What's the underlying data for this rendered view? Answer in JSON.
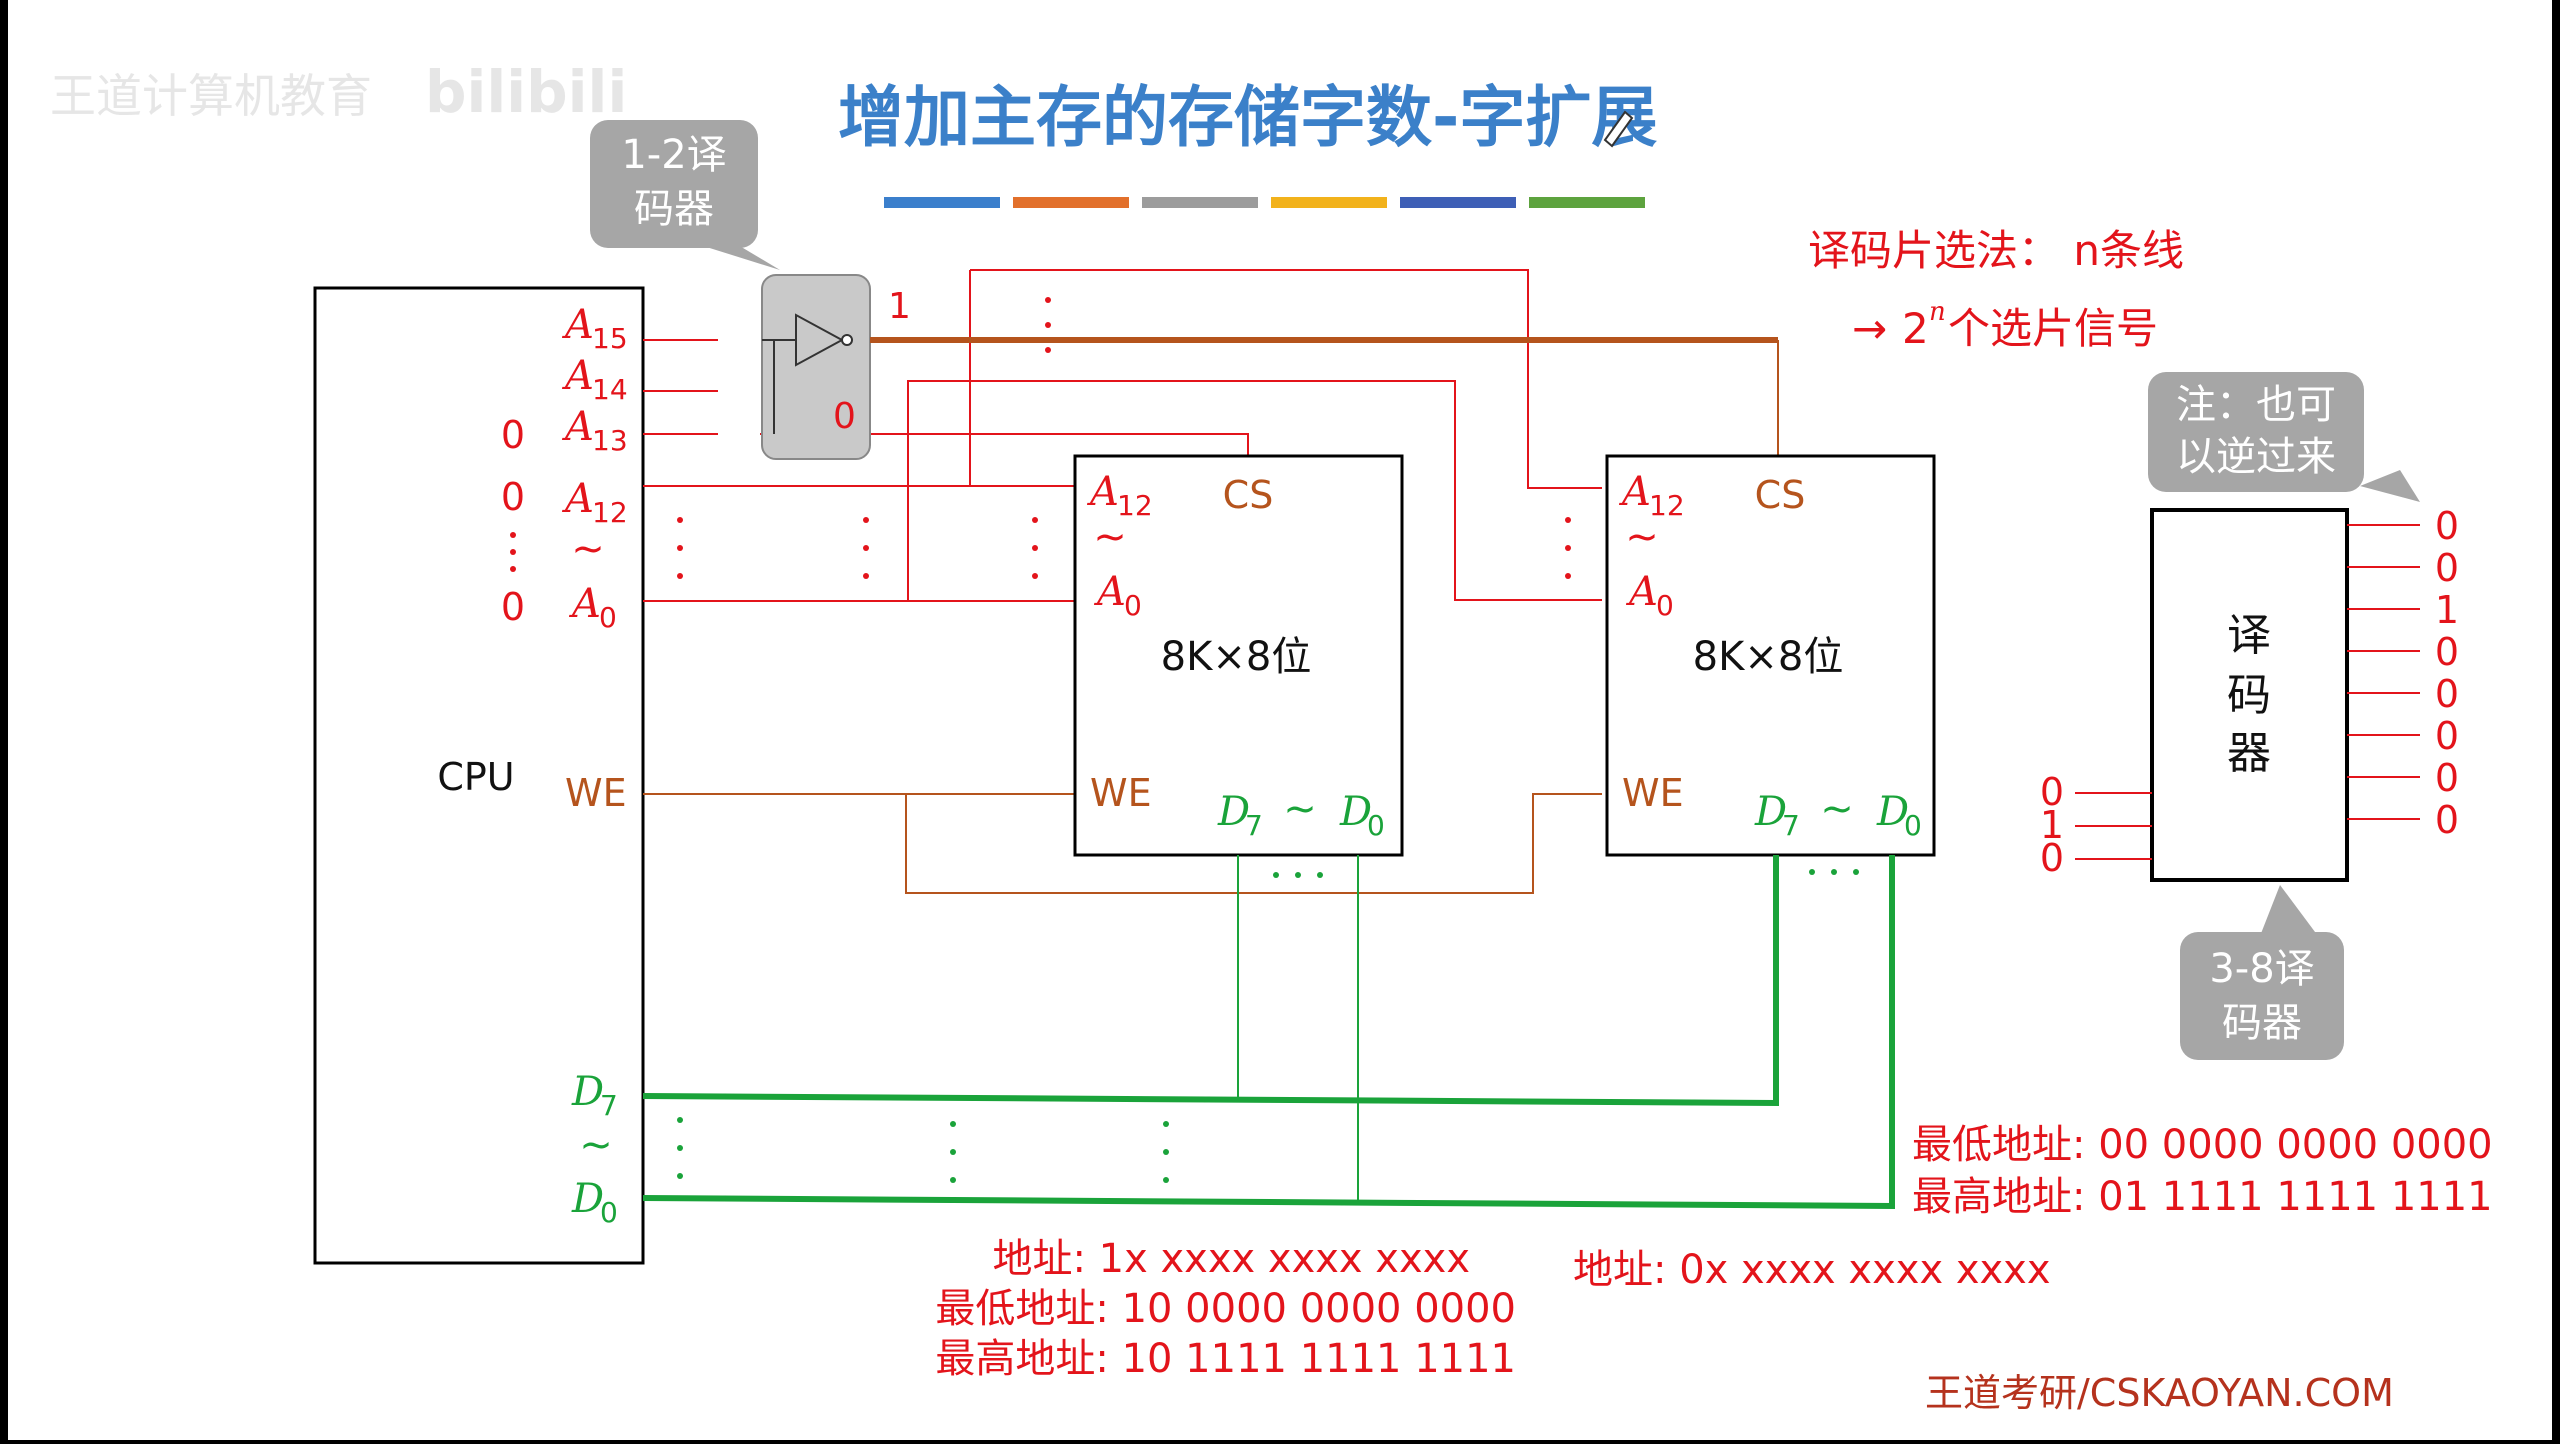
{
  "watermark": "王道计算机教育",
  "title": "增加主存的存储字数-字扩展",
  "title_bar_colors": [
    "#3b7fcc",
    "#e2702b",
    "#9c9c9c",
    "#f2b21b",
    "#3e5fb6",
    "#5da33e"
  ],
  "callouts": {
    "decoder12": [
      "1-2译",
      "码器"
    ],
    "reverse": [
      "注：也可",
      "以逆过来"
    ],
    "decoder38": [
      "3-8译",
      "码器"
    ]
  },
  "method": {
    "line1": "译码片选法： n条线",
    "line2": "个选片信号"
  },
  "cpu": {
    "label": "CPU",
    "pins": {
      "a15": {
        "letter": "A",
        "sub": "15"
      },
      "a14": {
        "letter": "A",
        "sub": "14"
      },
      "a13": {
        "letter": "A",
        "sub": "13"
      },
      "a12": {
        "letter": "A",
        "sub": "12"
      },
      "a0": {
        "letter": "A",
        "sub": "0"
      },
      "we": "WE",
      "d7": {
        "letter": "D",
        "sub": "7"
      },
      "d0": {
        "letter": "D",
        "sub": "0"
      }
    },
    "address_values": [
      "0",
      "0",
      "0"
    ]
  },
  "decoder12_outputs": [
    "1",
    "0"
  ],
  "chips": [
    {
      "capacity": "8K×8位",
      "cs": "CS",
      "we": "WE"
    },
    {
      "capacity": "8K×8位",
      "cs": "CS",
      "we": "WE"
    }
  ],
  "decoder38": {
    "label_chars": [
      "译",
      "码",
      "器"
    ],
    "inputs": [
      "0",
      "1",
      "0"
    ],
    "outputs": [
      "0",
      "0",
      "1",
      "0",
      "0",
      "0",
      "0",
      "0"
    ]
  },
  "addresses": {
    "chip1": {
      "range": "地址: 1x xxxx xxxx xxxx",
      "lowest": "最低地址: 10 0000 0000 0000",
      "highest": "最高地址: 10 1111 1111 1111"
    },
    "chip2": {
      "range": "地址: 0x xxxx xxxx xxxx",
      "lowest": "最低地址: 00 0000 0000 0000",
      "highest": "最高地址: 01 1111 1111 1111"
    }
  },
  "footer": "王道考研/CSKAOYAN.COM",
  "colors": {
    "red": "#e3141b",
    "brown": "#b5541d",
    "green": "#1aa33a",
    "title_blue": "#3b80c9",
    "callout_gray": "#a6a6a6"
  }
}
